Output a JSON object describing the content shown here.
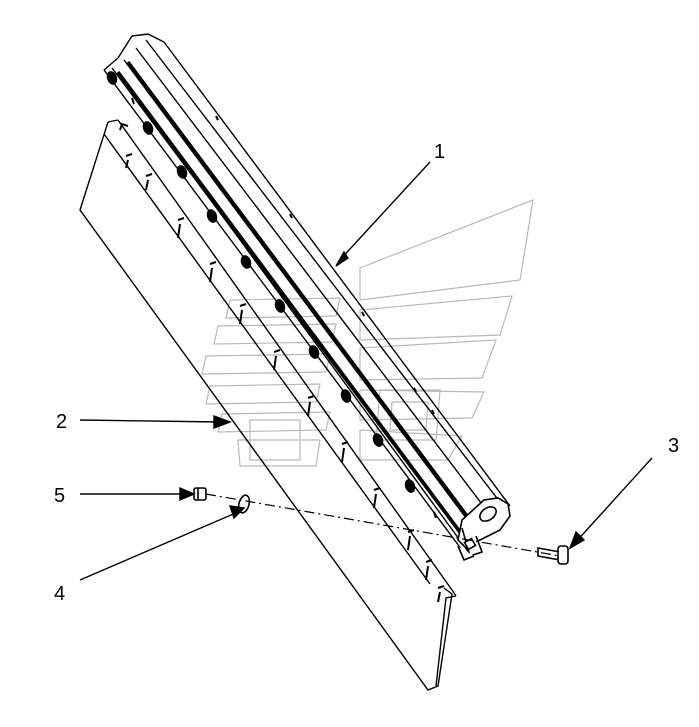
{
  "diagram": {
    "callouts": [
      {
        "id": "1",
        "label": "1"
      },
      {
        "id": "2",
        "label": "2"
      },
      {
        "id": "3",
        "label": "3"
      },
      {
        "id": "4",
        "label": "4"
      },
      {
        "id": "5",
        "label": "5"
      }
    ],
    "colors": {
      "ink": "#000000",
      "watermark": "#b9b9b9",
      "background": "#ffffff"
    },
    "icons": {
      "watermark": "brand-logo-watermark-icon"
    }
  }
}
